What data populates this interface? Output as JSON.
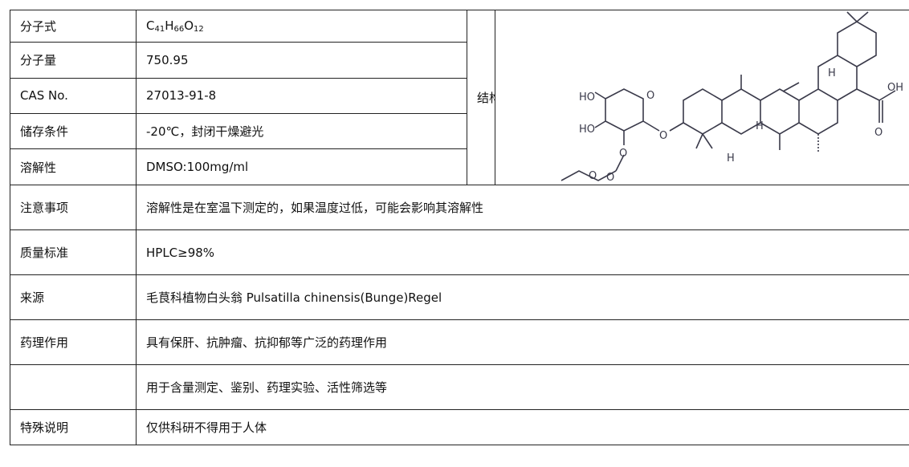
{
  "rows_top": [
    {
      "label": "分子式",
      "formula": {
        "parts": [
          {
            "t": "C"
          },
          {
            "t": "41",
            "sub": true
          },
          {
            "t": "H"
          },
          {
            "t": "66",
            "sub": true
          },
          {
            "t": "O"
          },
          {
            "t": "12",
            "sub": true
          }
        ]
      }
    },
    {
      "label": "分子量",
      "value": "750.95"
    },
    {
      "label": "CAS No.",
      "value": "27013-91-8"
    },
    {
      "label": "储存条件",
      "value": "-20℃，封闭干燥避光"
    },
    {
      "label": "溶解性",
      "value": "DMSO:100mg/ml"
    }
  ],
  "structure": {
    "label": "结构式",
    "atoms": [
      "HO",
      "HO",
      "O",
      "O",
      "O",
      "O",
      "O",
      "H",
      "H",
      "H",
      "OH",
      "O"
    ]
  },
  "rows_bottom": [
    {
      "label": "注意事项",
      "value": "溶解性是在室温下测定的，如果温度过低，可能会影响其溶解性"
    },
    {
      "label": "质量标准",
      "value": "HPLC≥98%"
    },
    {
      "label": "来源",
      "value": "毛茛科植物白头翁 Pulsatilla chinensis(Bunge)Regel"
    },
    {
      "label": "药理作用",
      "value": "具有保肝、抗肿瘤、抗抑郁等广泛的药理作用"
    },
    {
      "label": "",
      "value": "用于含量测定、鉴别、药理实验、活性筛选等"
    },
    {
      "label": "特殊说明",
      "value": "仅供科研不得用于人体"
    }
  ]
}
